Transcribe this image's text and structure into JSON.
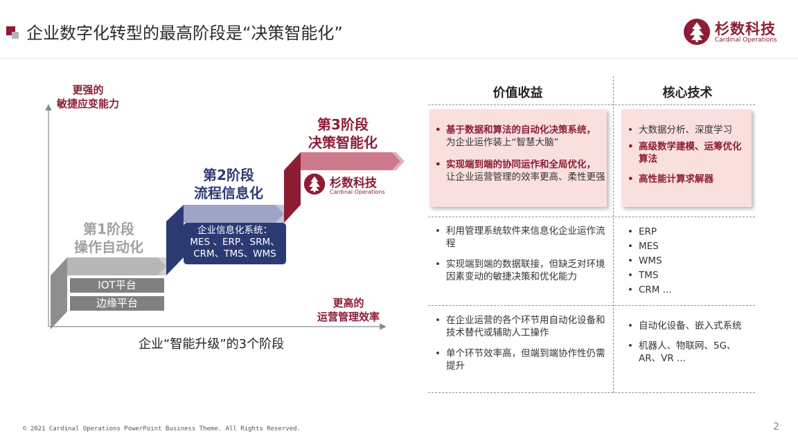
{
  "header": {
    "title": "企业数字化转型的最高阶段是“决策智能化”",
    "brand_name": "杉数科技",
    "brand_sub": "Cardinal Operations"
  },
  "chart": {
    "y_axis_label": [
      "更强的",
      "敏捷应变能力"
    ],
    "x_axis_label": [
      "更高的",
      "运营管理效率"
    ],
    "caption": "企业“智能升级”的3个阶段",
    "stages": [
      {
        "title_lines": [
          "第1阶段",
          "操作自动化"
        ],
        "platforms": [
          "IOT平台",
          "边缘平台"
        ]
      },
      {
        "title_lines": [
          "第2阶段",
          "流程信息化"
        ],
        "box_lines": [
          "企业信息化系统：",
          "MES 、ERP、SRM、",
          "CRM、TMS、WMS"
        ]
      },
      {
        "title_lines": [
          "第3阶段",
          "决策智能化"
        ],
        "logo_name": "杉数科技",
        "logo_sub": "Cardinal Operations"
      }
    ],
    "colors": {
      "stage1": "#a6a6a6",
      "stage2": "#2c3a74",
      "stage3": "#8d1c35"
    }
  },
  "table": {
    "headers": [
      "价值收益",
      "核心技术"
    ],
    "rows": [
      {
        "value": [
          {
            "text": "基于数据和算法的自动化决策系统，",
            "text2": "为企业运作装上“智慧大脑”"
          },
          {
            "text": "实现端到端的协同运作和全局优化，",
            "text2": "让企业运营管理的效率更高、柔性更强"
          }
        ],
        "tech": [
          {
            "text": "大数据分析、深度学习"
          },
          {
            "text": "高级数学建模、运筹优化算法"
          },
          {
            "text": "高性能计算求解器"
          }
        ]
      },
      {
        "value": [
          {
            "text": "利用管理系统软件来信息化企业运作流程"
          },
          {
            "text": "实现端到端的数据联接，但缺乏对环境因素变动的敏捷决策和优化能力"
          }
        ],
        "tech": [
          {
            "text": "ERP"
          },
          {
            "text": "MES"
          },
          {
            "text": "WMS"
          },
          {
            "text": "TMS"
          },
          {
            "text": "CRM ..."
          }
        ]
      },
      {
        "value": [
          {
            "text": "在企业运营的各个环节用自动化设备和技术替代或辅助人工操作"
          },
          {
            "text": "单个环节效率高，但端到端协作性仍需提升"
          }
        ],
        "tech": [
          {
            "text": "自动化设备、嵌入式系统"
          },
          {
            "text": "机器人、物联网、5G、AR、VR ..."
          }
        ]
      }
    ],
    "highlight_color": "#f9e0df"
  },
  "footer": {
    "copyright": "© 2021 Cardinal Operations PowerPoint Business Theme. All Rights Reserved.",
    "page_number": "2"
  }
}
